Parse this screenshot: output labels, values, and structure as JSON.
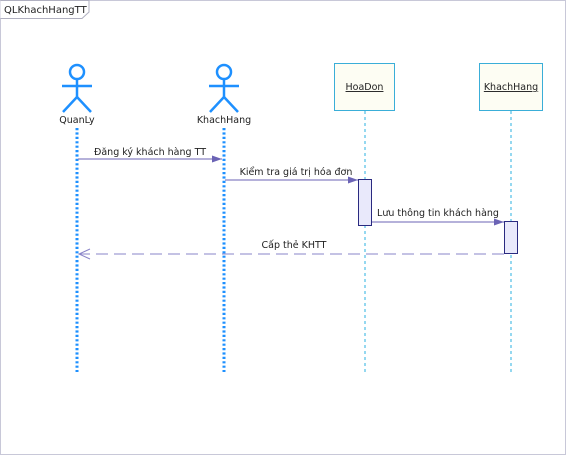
{
  "frame": {
    "title": "QLKhachHangTT"
  },
  "colors": {
    "actor": "#1e90ff",
    "lifeline_actor": "#1e90ff",
    "lifeline_object": "#2bb0e0",
    "object_fill": "#fdfdf3",
    "object_border": "#3aaed8",
    "activation_fill": "#e9e9fb",
    "activation_border": "#2a2a80",
    "message_line": "#6b63b5",
    "frame_border": "#c8c8d8"
  },
  "participants": [
    {
      "id": "quanly",
      "label": "QuanLy",
      "kind": "actor"
    },
    {
      "id": "khachhang_actor",
      "label": "KhachHang",
      "kind": "actor"
    },
    {
      "id": "hoadon",
      "label": "HoaDon",
      "kind": "object"
    },
    {
      "id": "khachhang_obj",
      "label": "KhachHang",
      "kind": "object"
    }
  ],
  "messages": [
    {
      "label": "Đăng ký khách hàng TT",
      "from": "quanly",
      "to": "khachhang_actor",
      "style": "solid"
    },
    {
      "label": "Kiểm tra giá trị hóa đơn",
      "from": "khachhang_actor",
      "to": "hoadon",
      "style": "solid"
    },
    {
      "label": "Lưu thông tin khách hàng",
      "from": "hoadon",
      "to": "khachhang_obj",
      "style": "solid"
    },
    {
      "label": "Cấp thẻ KHTT",
      "from": "khachhang_obj",
      "to": "quanly",
      "style": "dashed"
    }
  ]
}
